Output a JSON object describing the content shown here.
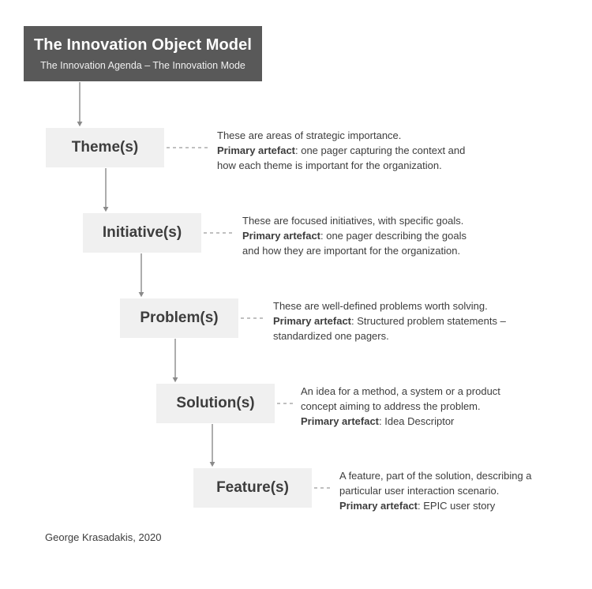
{
  "header": {
    "title": "The Innovation Object Model",
    "subtitle": "The Innovation Agenda – The Innovation Mode",
    "background_color": "#595959",
    "title_color": "#ffffff"
  },
  "colors": {
    "box_fill": "#f0f0f0",
    "text": "#3d3d3d",
    "connector": "#8a8a8a",
    "page_background": "#ffffff"
  },
  "stages": [
    {
      "label": "Theme(s)",
      "description": {
        "line1": "These are areas of strategic importance.",
        "artefact_label": "Primary artefact",
        "line2_rest": ": one pager capturing the context and",
        "line3": "how each theme is important for the organization."
      }
    },
    {
      "label": "Initiative(s)",
      "description": {
        "line1": "These are focused initiatives, with specific goals.",
        "artefact_label": "Primary artefact",
        "line2_rest": ": one pager describing the goals",
        "line3": "and how they are important for the organization."
      }
    },
    {
      "label": "Problem(s)",
      "description": {
        "line1": "These are well-defined problems worth solving.",
        "artefact_label": "Primary artefact",
        "line2_rest": ": Structured problem statements –",
        "line3": "standardized one pagers."
      }
    },
    {
      "label": "Solution(s)",
      "description": {
        "line1": "An idea for a method, a system or a product",
        "line2": "concept aiming to address the problem.",
        "artefact_label": "Primary artefact",
        "line3_rest": ": Idea Descriptor"
      }
    },
    {
      "label": "Feature(s)",
      "description": {
        "line1": "A feature, part of the solution, describing a",
        "line2": "particular user interaction scenario.",
        "artefact_label": "Primary artefact",
        "line3_rest": ": EPIC user story"
      }
    }
  ],
  "credit": "George Krasadakis, 2020"
}
